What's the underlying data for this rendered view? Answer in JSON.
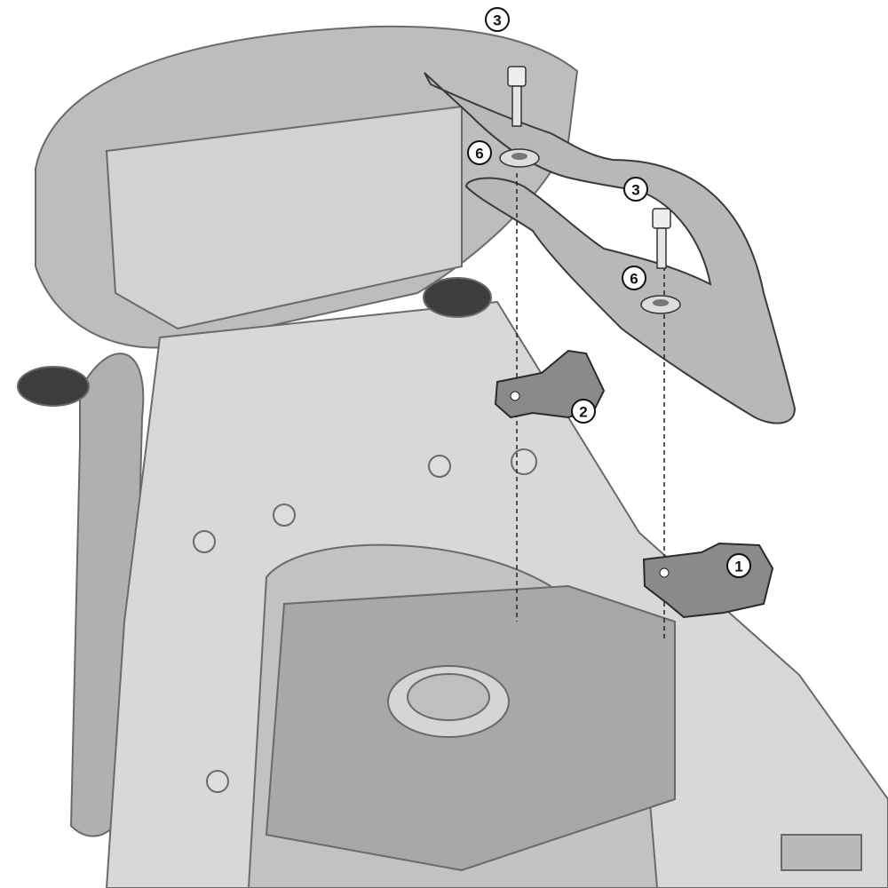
{
  "diagram": {
    "callouts": [
      {
        "id": "screw-top",
        "label": "3"
      },
      {
        "id": "washer-top",
        "label": "6"
      },
      {
        "id": "screw-right",
        "label": "3"
      },
      {
        "id": "washer-right",
        "label": "6"
      },
      {
        "id": "bracket-left",
        "label": "2"
      },
      {
        "id": "bracket-right",
        "label": "1"
      }
    ],
    "colors": {
      "motorcycle": "#c9c9c9",
      "motorcycle_dark": "#8e8e8e",
      "rack": "#b5b5b5",
      "bracket": "#8a8a8a",
      "outline": "#3a3a3a"
    }
  }
}
